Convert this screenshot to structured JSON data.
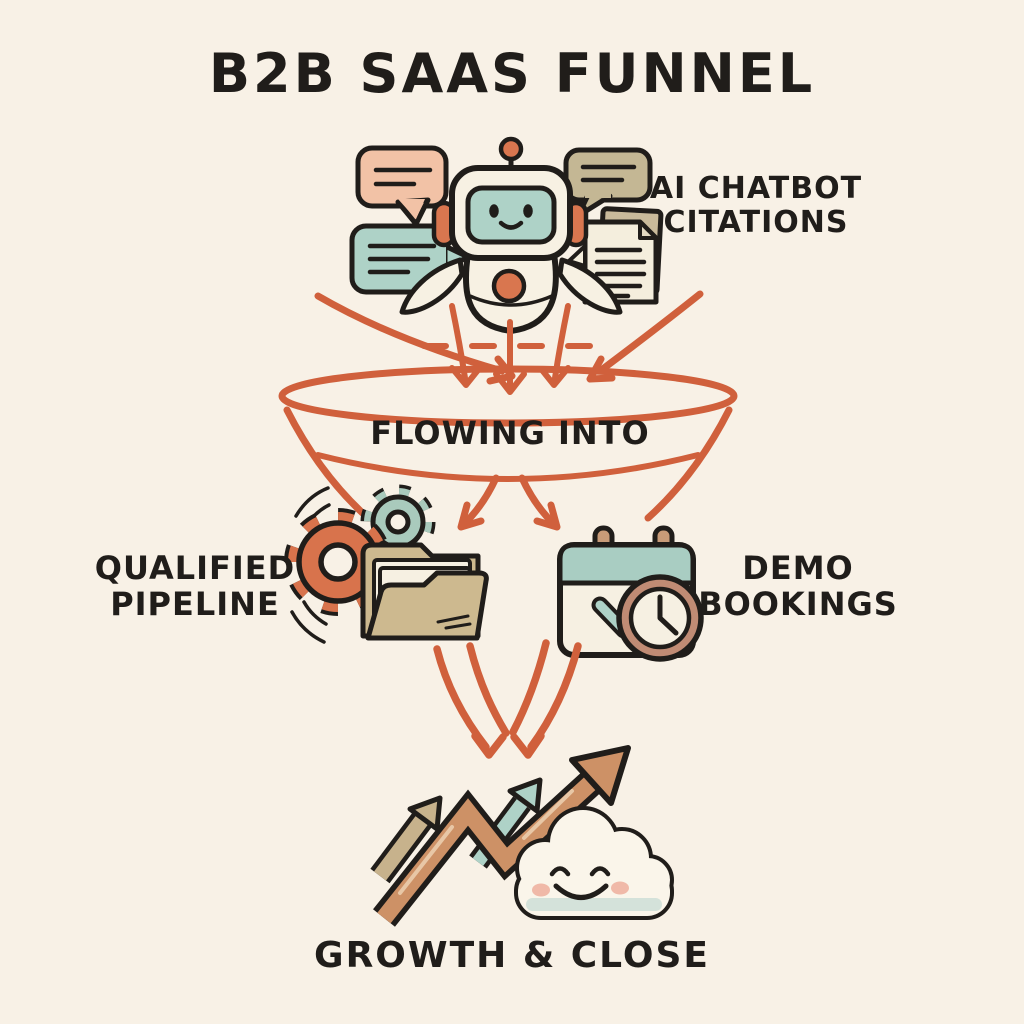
{
  "title": "B2B SAAS FUNNEL",
  "colors": {
    "background": "#f8f1e6",
    "ink": "#201d1a",
    "coral_arrow": "#d0603c",
    "teal": "#aed2c7",
    "peach": "#f2c2a6",
    "olive": "#c4b794",
    "folder_tan": "#cdb98f",
    "clock_brown": "#c08b74",
    "growth_arrow_brown": "#cd9166",
    "cream_fill": "#f7f1e3",
    "blush_pink": "#f0b9a8"
  },
  "nodes": {
    "source": {
      "icon": "robot-chatbot-icon",
      "label_line1": "AI CHATBOT",
      "label_line2": "CITATIONS"
    },
    "funnel": {
      "icon": "funnel-icon",
      "label": "FLOWING INTO"
    },
    "pipeline": {
      "icon": "gears-folder-icon",
      "label_line1": "QUALIFIED",
      "label_line2": "PIPELINE"
    },
    "bookings": {
      "icon": "calendar-clock-icon",
      "label_line1": "DEMO",
      "label_line2": "BOOKINGS"
    },
    "outcome": {
      "icon": "growth-chart-cloud-icon",
      "label": "GROWTH & CLOSE"
    }
  }
}
